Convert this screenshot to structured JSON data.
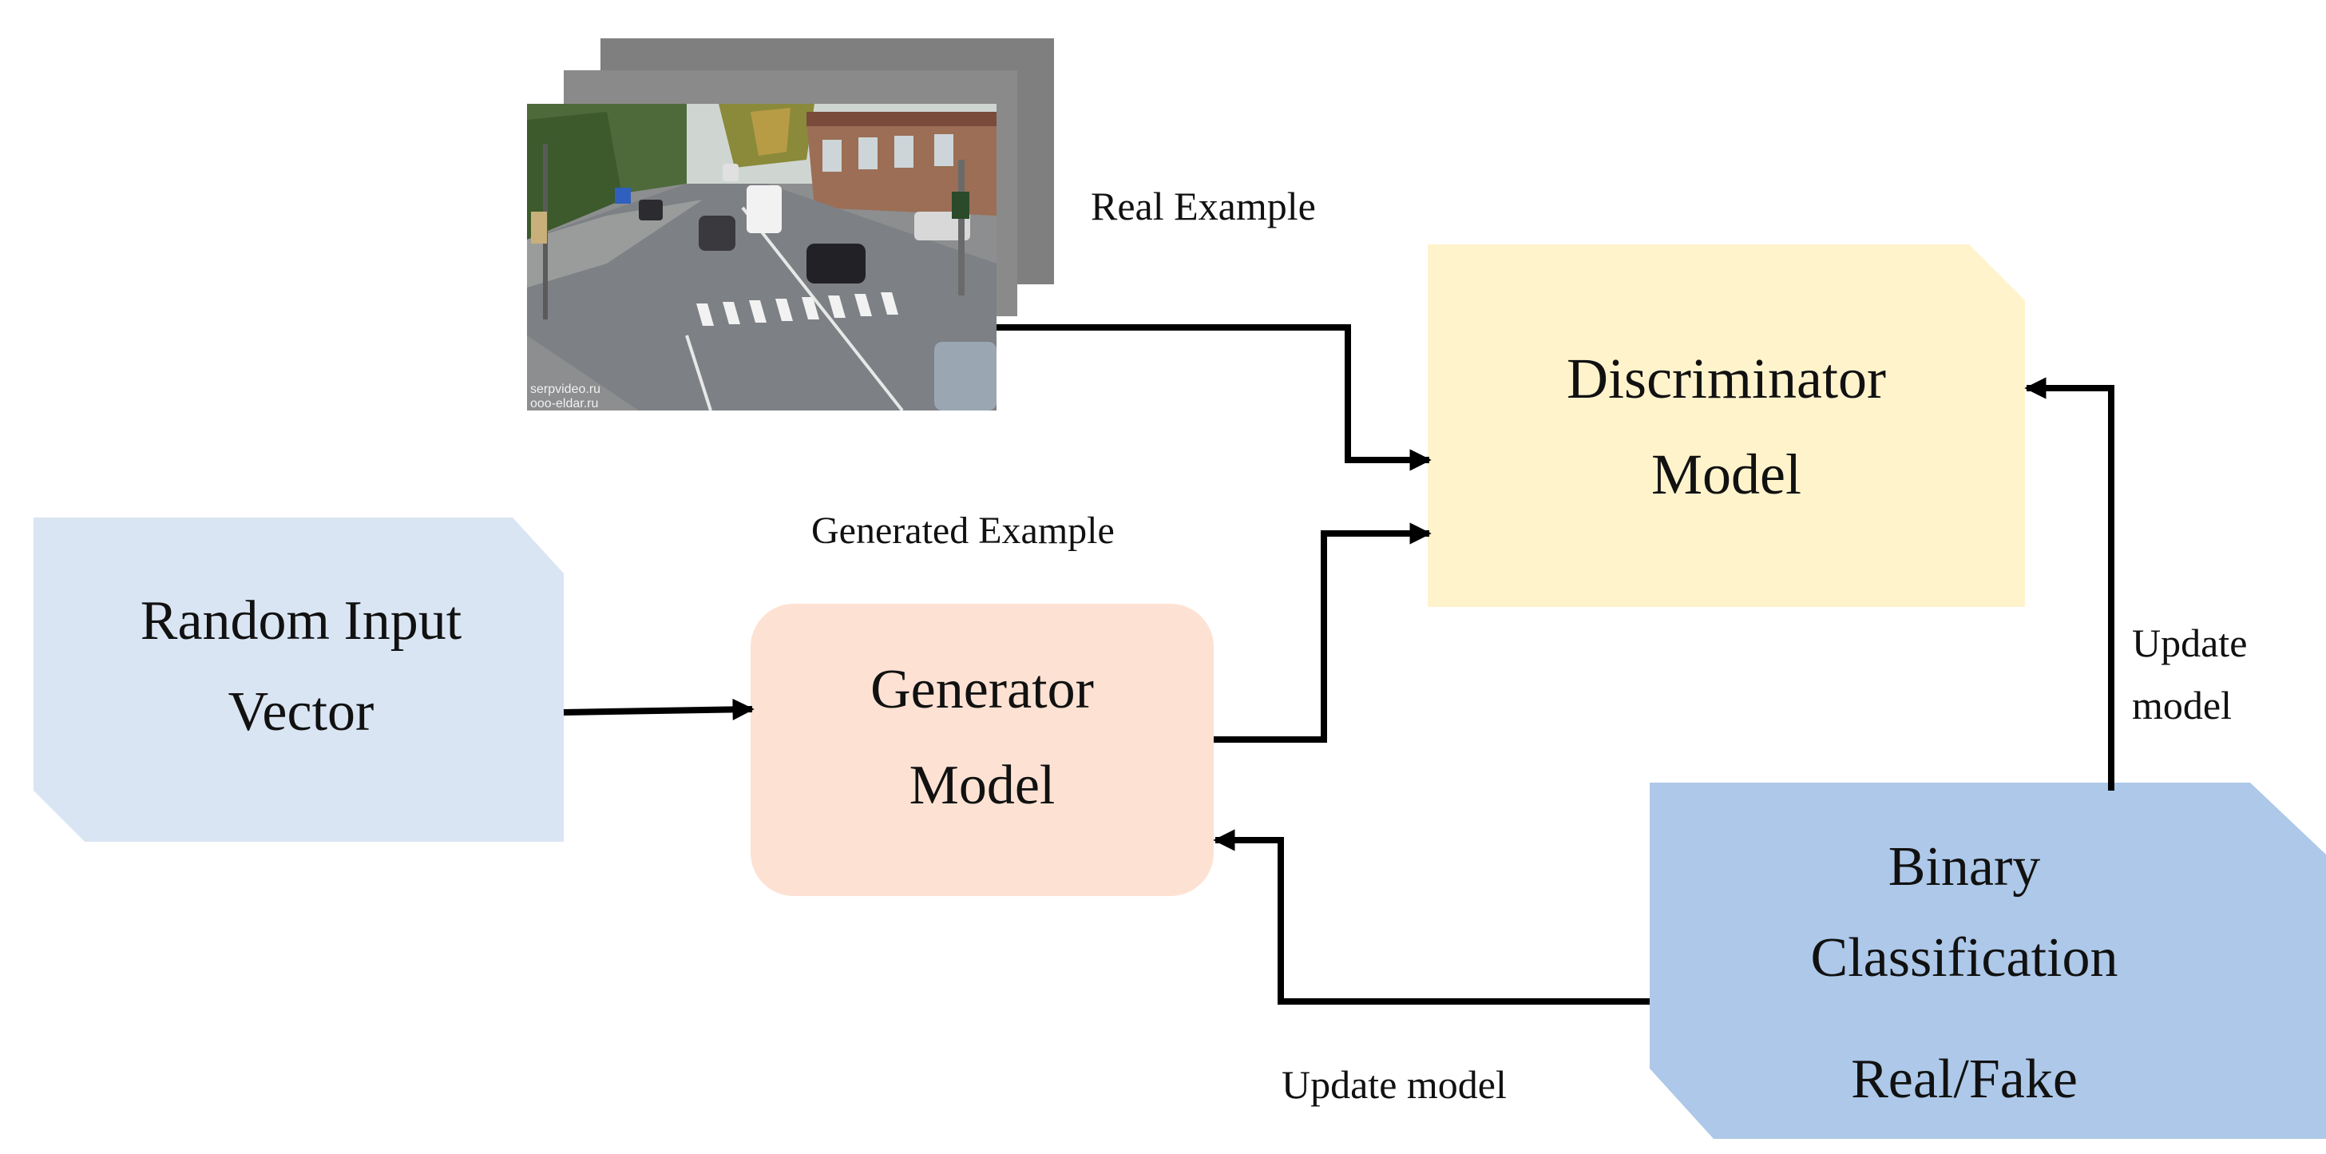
{
  "labels": {
    "real_example": "Real Example",
    "generated_example": "Generated Example",
    "update_model_right_line1": "Update",
    "update_model_right_line2": "model",
    "update_model_bottom": "Update model"
  },
  "nodes": {
    "random_input": {
      "line1": "Random Input",
      "line2": "Vector"
    },
    "generator": {
      "line1": "Generator",
      "line2": "Model"
    },
    "discriminator": {
      "line1": "Discriminator",
      "line2": "Model"
    },
    "binary_classification": {
      "line1": "Binary",
      "line2": "Classification",
      "line3": "Real/Fake"
    }
  },
  "photo_overlay": {
    "watermark_line1": "serpvideo.ru",
    "watermark_line2": "ooo-eldar.ru"
  },
  "colors": {
    "random_input_fill": "#dae5f3",
    "generator_fill": "#fde2d3",
    "discriminator_fill": "#fff3cc",
    "binary_fill": "#adc8e8",
    "stack_back": "#7f7f7f",
    "stack_mid": "#8a8a8a",
    "arrow": "#000000"
  }
}
